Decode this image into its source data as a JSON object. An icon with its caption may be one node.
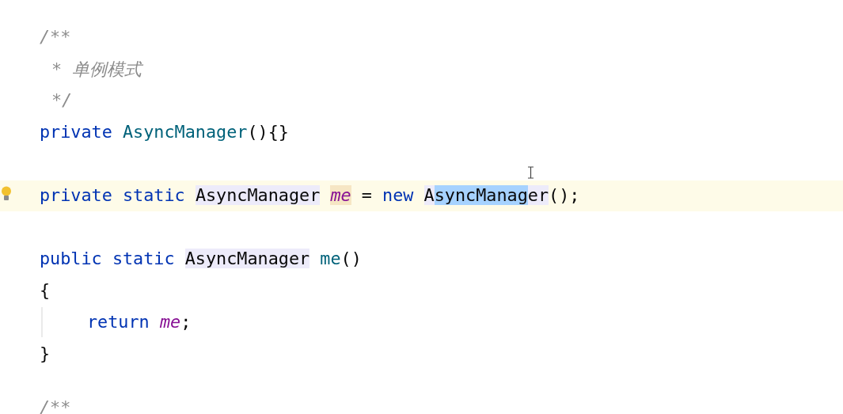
{
  "diagram": {
    "labels": [
      "/**",
      "* 单例模式",
      "*/",
      "private AsyncManager(){}",
      "private static AsyncManager me = new AsyncManager();",
      "public static AsyncManager me()",
      "{",
      "return me;",
      "}",
      "/**"
    ]
  }
}
